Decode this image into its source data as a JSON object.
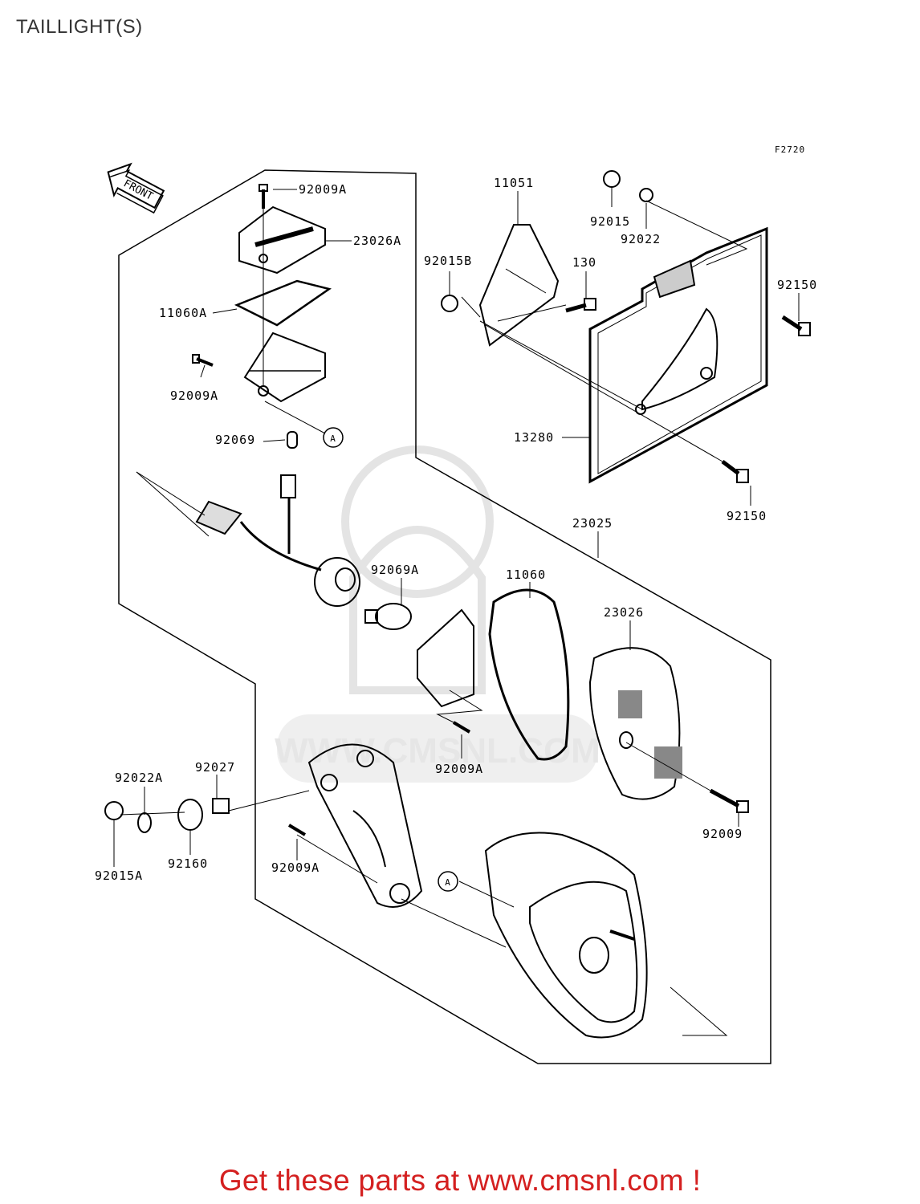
{
  "page": {
    "title": "TAILLIGHT(S)",
    "footer": "Get these parts at www.cmsnl.com !"
  },
  "diagram": {
    "figure_code": "F2720",
    "front_marker": "FRONT",
    "watermark": "WWW.CMSNL.COM",
    "ref_a1": "A",
    "ref_a2": "A",
    "parts": {
      "p1": "92009A",
      "p2": "23026A",
      "p3": "11060A",
      "p4": "92009A",
      "p5": "92069",
      "p6": "11051",
      "p7": "92015",
      "p8": "92022",
      "p9": "92015B",
      "p10": "130",
      "p11": "92150",
      "p12": "13280",
      "p13": "92150",
      "p14": "23025",
      "p15": "92069A",
      "p16": "11060",
      "p17": "23026",
      "p18": "92009A",
      "p19": "92009",
      "p20": "92022A",
      "p21": "92027",
      "p22": "92160",
      "p23": "92015A",
      "p24": "92009A"
    }
  }
}
